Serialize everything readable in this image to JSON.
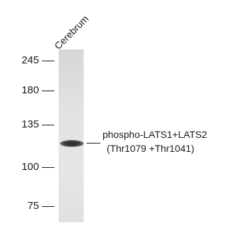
{
  "lane": {
    "label": "Cerebrum"
  },
  "markers": [
    {
      "label": "245"
    },
    {
      "label": "180"
    },
    {
      "label": "135"
    },
    {
      "label": "100"
    },
    {
      "label": "75"
    }
  ],
  "band": {
    "line1": "phospho-LATS1+LATS2",
    "line2": "(Thr1079 +Thr1041)"
  }
}
